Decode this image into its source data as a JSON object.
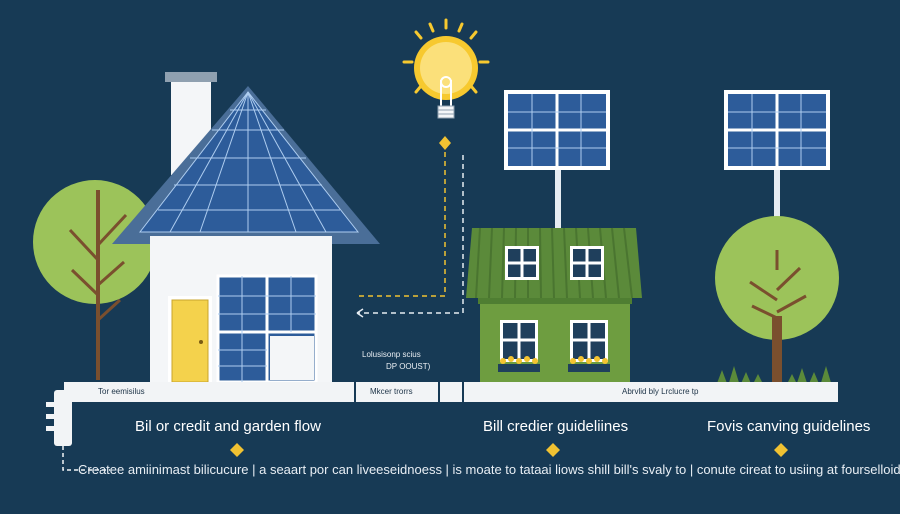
{
  "road_labels": [
    "Tor eemisilus",
    "Mkcer trorrs",
    "Abrvlid bly Lrclucre tp"
  ],
  "annotation": [
    "Lolusisonp scius",
    "DP OOUST)"
  ],
  "section_headings": [
    "Bil or credit and garden flow",
    "Bill credier guideliines",
    "Fovis canving guidelines"
  ],
  "caption": "Createe amiinimast bilicucure | a seaart por can liveeseidnoess | is moate to tataai liows shill bill's svaly to | conute cireat to usiing at fourselloid.",
  "colors": {
    "background": "#173a55",
    "solar_panel": "#2d5c9a",
    "roof_green": "#5b8a3a",
    "tree_green": "#9cc35a",
    "door_yellow": "#f4d24c",
    "sun_yellow": "#f7c92f",
    "accent_diamond": "#f1c232"
  },
  "icons": [
    "sun-icon",
    "lightbulb-icon",
    "solar-panel-icon",
    "house-icon",
    "tree-icon",
    "plug-icon",
    "diamond-icon"
  ]
}
